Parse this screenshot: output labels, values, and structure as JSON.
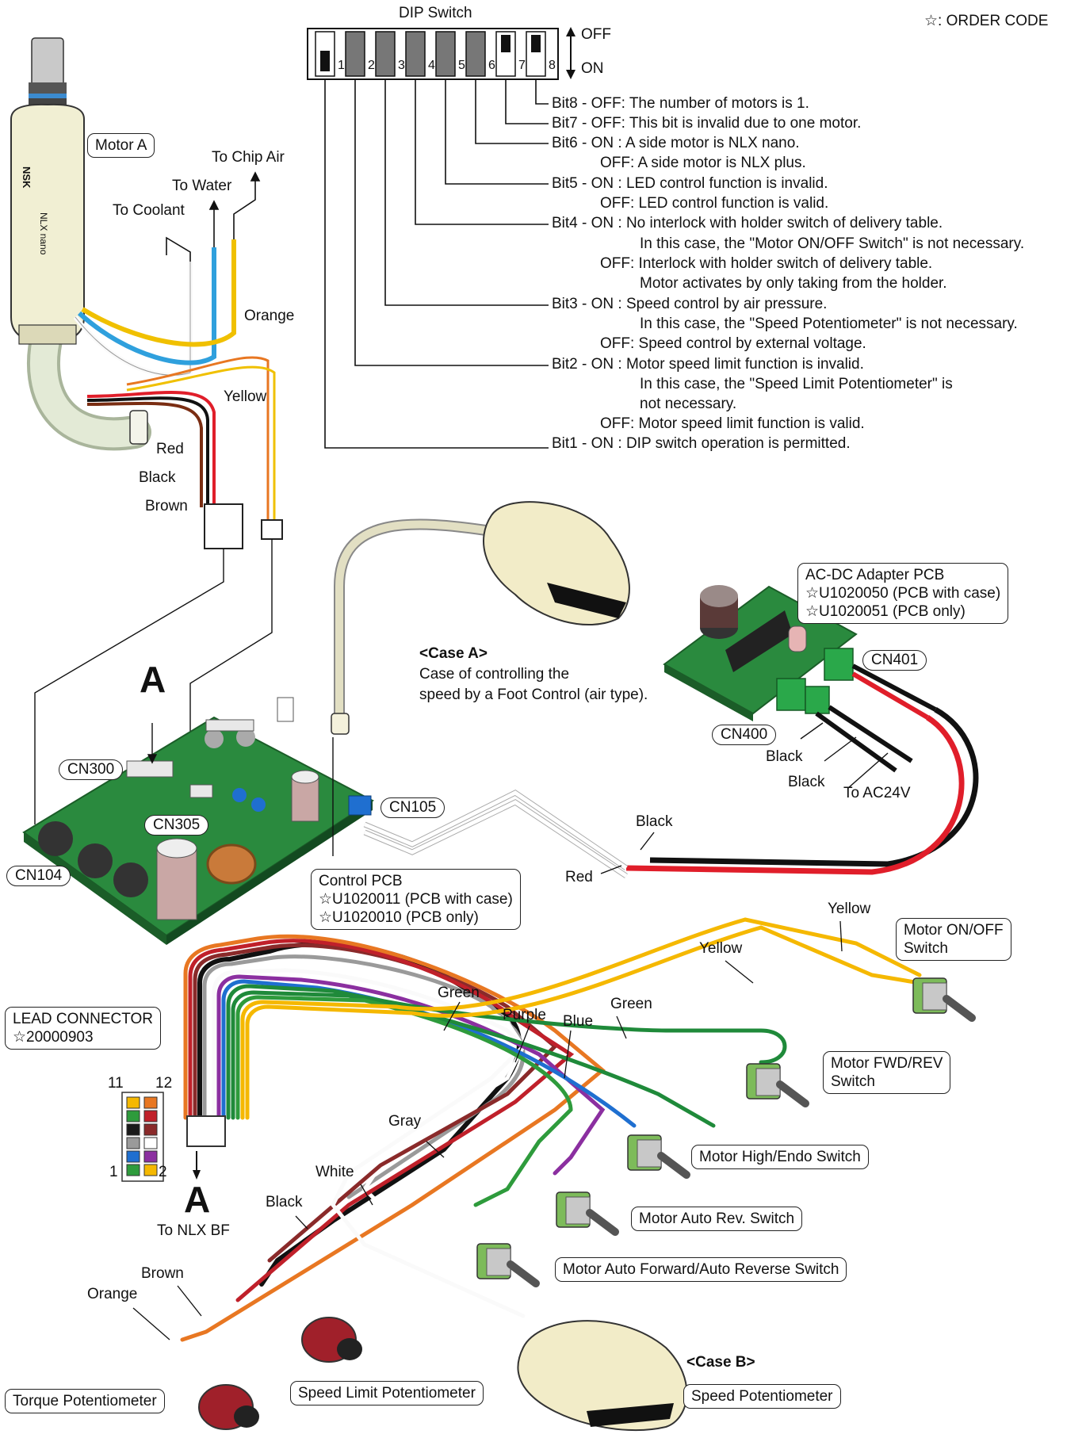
{
  "dip": {
    "title": "DIP Switch",
    "off_label": "OFF",
    "on_label": "ON",
    "numbers": [
      "1",
      "2",
      "3",
      "4",
      "5",
      "6",
      "7",
      "8"
    ],
    "states": [
      "ON",
      "ON",
      "ON",
      "ON",
      "ON",
      "ON",
      "OFF",
      "OFF"
    ]
  },
  "order_code_legend": "☆: ORDER CODE",
  "bits": [
    "Bit8 - OFF: The number of motors is 1.",
    "Bit7 - OFF: This bit is invalid due to one motor.",
    "Bit6 - ON : A side motor is NLX nano.",
    "OFF: A side motor is NLX plus.",
    "Bit5 - ON : LED control function is invalid.",
    "OFF: LED control function is valid.",
    "Bit4 - ON : No interlock with holder switch of delivery table.",
    "In this case, the \"Motor ON/OFF Switch\" is not necessary.",
    "OFF: Interlock with holder switch of delivery table.",
    "Motor activates by only taking from the holder.",
    "Bit3 - ON : Speed control by air pressure.",
    "In this case, the \"Speed Potentiometer\" is not necessary.",
    "OFF: Speed control by external voltage.",
    "Bit2 - ON : Motor speed limit function is invalid.",
    "In this case, the \"Speed Limit Potentiometer\" is",
    "not necessary.",
    "OFF: Motor speed limit function is valid.",
    "Bit1 - ON : DIP switch operation is permitted."
  ],
  "motor": {
    "label": "Motor A",
    "brand": "NSK",
    "model": "NLX nano",
    "to_coolant": "To Coolant",
    "to_water": "To Water",
    "to_chip_air": "To Chip Air",
    "orange": "Orange",
    "yellow": "Yellow",
    "red": "Red",
    "black": "Black",
    "brown": "Brown"
  },
  "case_a": {
    "title": "<Case A>",
    "line1": "Case of controlling the",
    "line2": "speed by a Foot Control (air type)."
  },
  "adapter": {
    "title": "AC-DC Adapter PCB",
    "code1": "☆U1020050 (PCB with case)",
    "code2": "☆U1020051 (PCB only)",
    "cn401": "CN401",
    "cn400": "CN400",
    "black1": "Black",
    "black2": "Black",
    "to_ac": "To AC24V"
  },
  "control": {
    "title": "Control PCB",
    "code1": "☆U1020011 (PCB with case)",
    "code2": "☆U1020010 (PCB only)",
    "cn300": "CN300",
    "cn305": "CN305",
    "cn104": "CN104",
    "cn105": "CN105",
    "marker": "A",
    "wire_black": "Black",
    "wire_red": "Red"
  },
  "lead": {
    "title": "LEAD CONNECTOR",
    "code": "☆20000903",
    "pin11": "11",
    "pin12": "12",
    "pin1": "1",
    "pin2": "2",
    "marker": "A",
    "to_nlx": "To NLX BF",
    "pin_colors": [
      "#f5b800",
      "#e87722",
      "#2e9b3c",
      "#c0202a",
      "#1a1a1a",
      "#8a2a2a",
      "#9a9a9a",
      "#ffffff",
      "#1f6fd0",
      "#8b2fa0",
      "#2e9b3c",
      "#f5b800"
    ]
  },
  "wires": {
    "yellow1": "Yellow",
    "yellow2": "Yellow",
    "green1": "Green",
    "green2": "Green",
    "purple": "Purple",
    "blue": "Blue",
    "gray": "Gray",
    "white": "White",
    "black": "Black",
    "brown": "Brown",
    "orange": "Orange"
  },
  "switches": {
    "on_off": [
      "Motor ON/OFF",
      "Switch"
    ],
    "fwd_rev": [
      "Motor FWD/REV",
      "Switch"
    ],
    "high_endo": "Motor High/Endo Switch",
    "auto_rev": "Motor Auto Rev. Switch",
    "auto_fwd": "Motor Auto Forward/Auto Reverse Switch"
  },
  "case_b": "<Case B>",
  "pots": {
    "torque": "Torque Potentiometer",
    "speed_limit": "Speed Limit Potentiometer",
    "speed": "Speed Potentiometer"
  },
  "colors": {
    "yellow": "#f5b800",
    "green": "#1f8a3a",
    "purple": "#8b2fa0",
    "blue": "#1f6fd0",
    "gray": "#9a9a9a",
    "red": "#e01e2a",
    "brown": "#7a2d12",
    "orange": "#e87722",
    "pcb": "#2a8a3e",
    "beige": "#efe8c4"
  }
}
